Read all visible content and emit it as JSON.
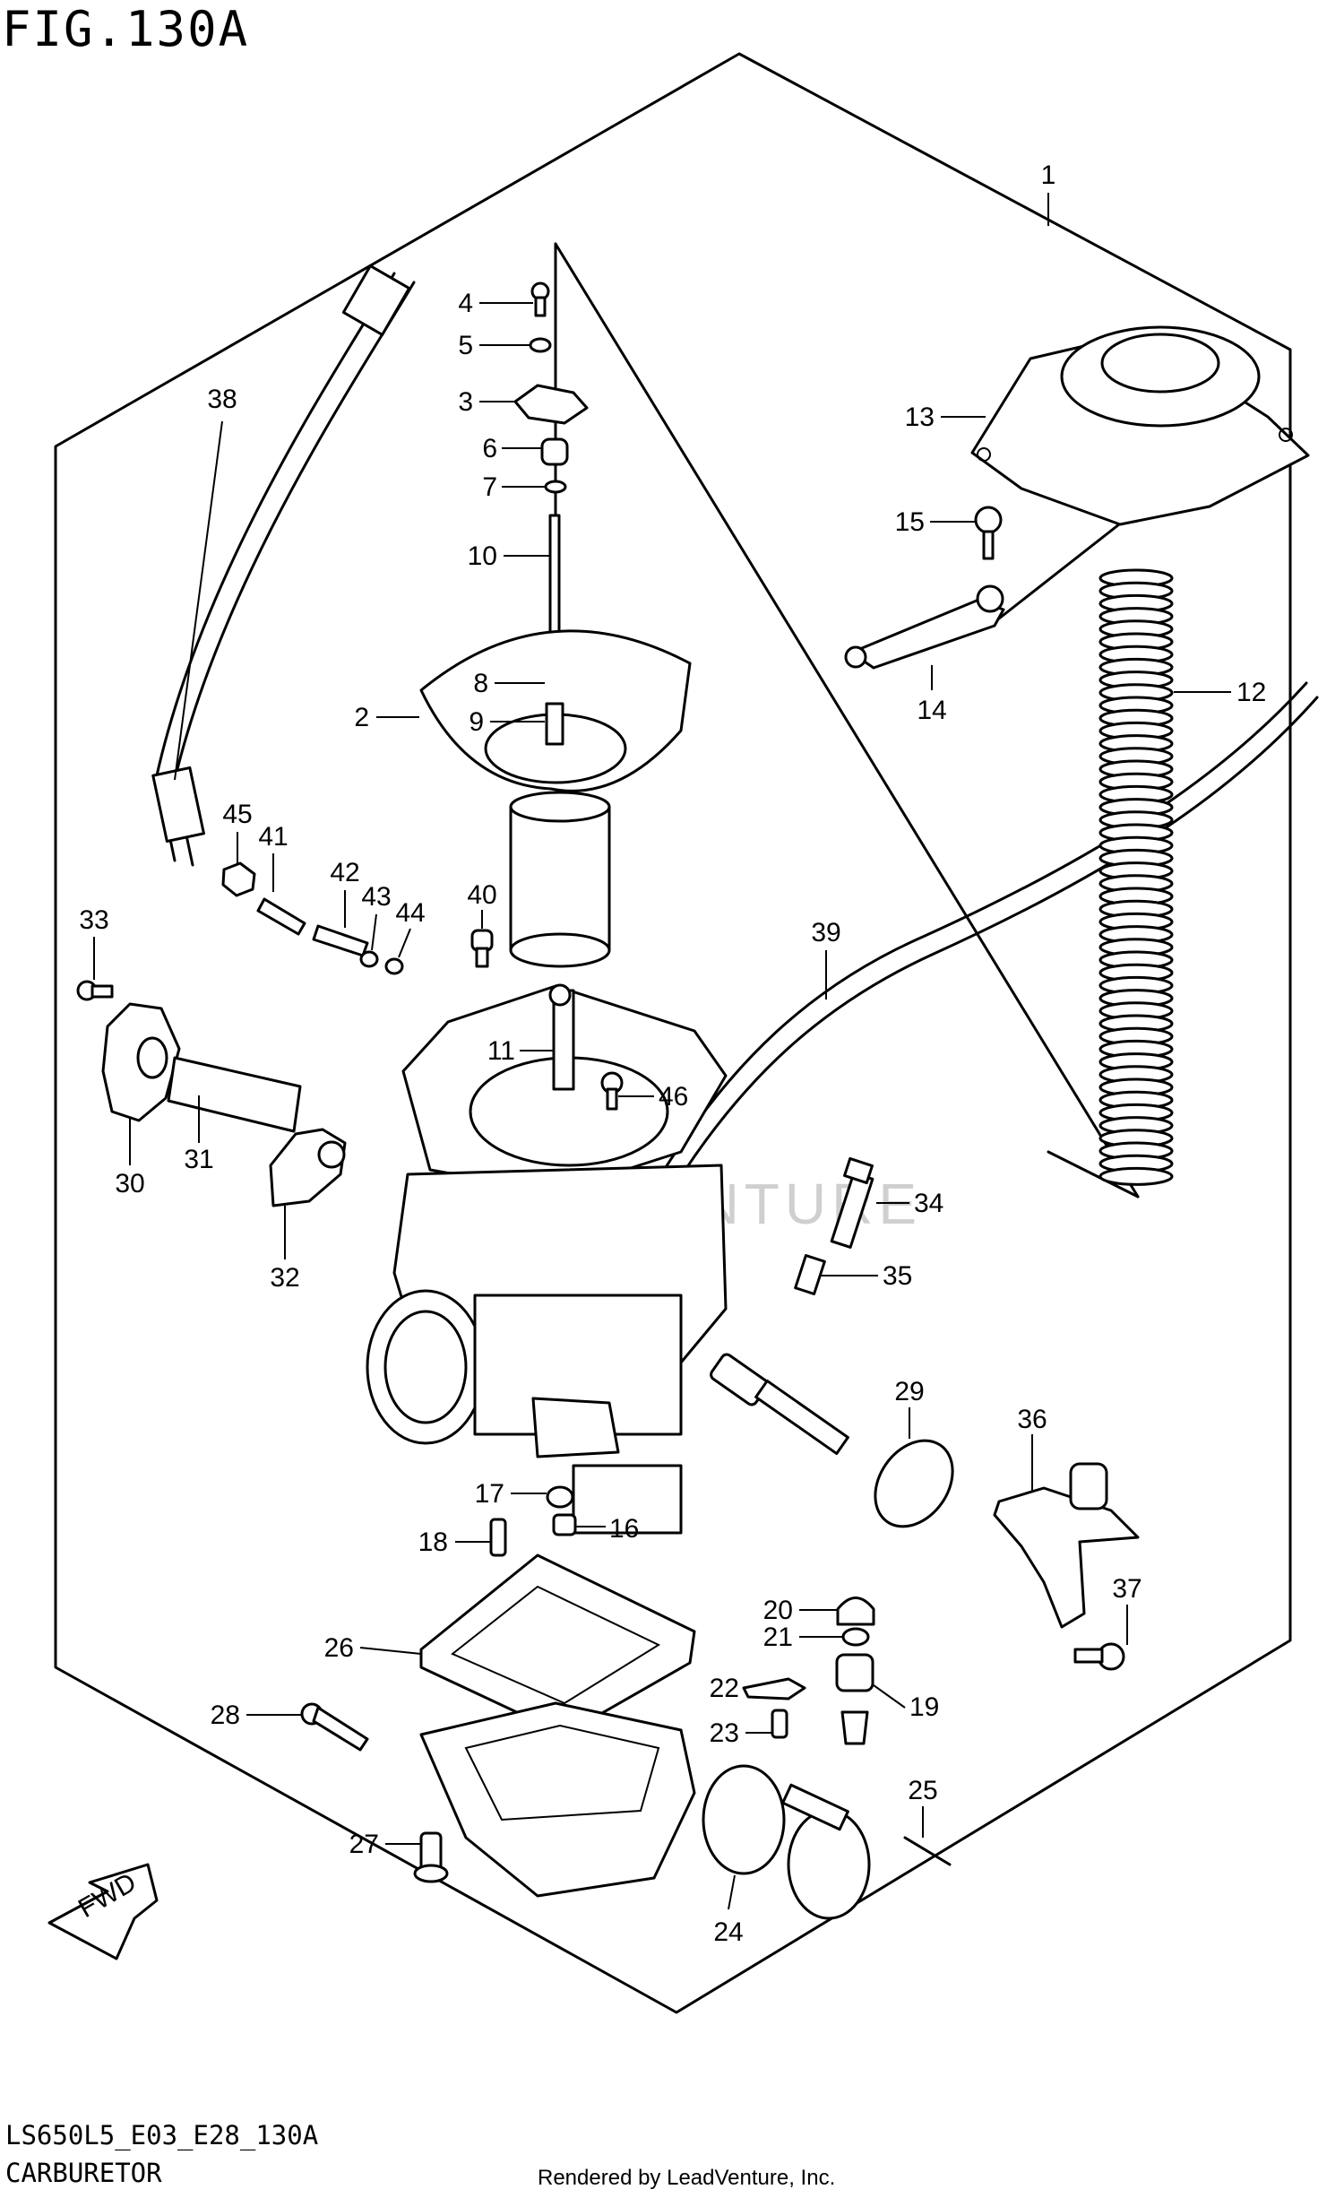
{
  "figure_title": "FIG.130A",
  "footer": {
    "model_code": "LS650L5_E03_E28_130A",
    "section_name": "CARBURETOR",
    "credit": "Rendered by LeadVenture, Inc."
  },
  "watermark": "LEADVENTURE",
  "callouts": [
    "1",
    "2",
    "3",
    "4",
    "5",
    "6",
    "7",
    "8",
    "9",
    "10",
    "11",
    "12",
    "13",
    "14",
    "15",
    "16",
    "17",
    "18",
    "19",
    "20",
    "21",
    "22",
    "23",
    "24",
    "25",
    "26",
    "27",
    "28",
    "29",
    "30",
    "31",
    "32",
    "33",
    "34",
    "35",
    "36",
    "37",
    "38",
    "39",
    "40",
    "41",
    "42",
    "43",
    "44",
    "45",
    "46"
  ],
  "fwd_label": "FWD"
}
